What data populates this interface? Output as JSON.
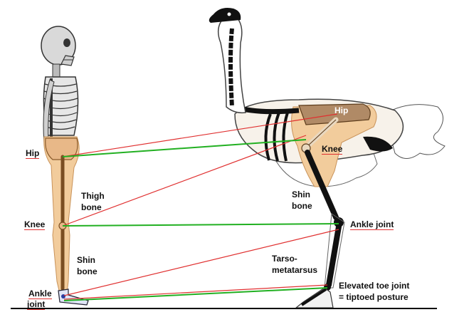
{
  "labels": {
    "human_hip": "Hip",
    "human_knee": "Knee",
    "human_ankle_line1": "Ankle",
    "human_ankle_line2": "joint",
    "human_thigh_line1": "Thigh",
    "human_thigh_line2": "bone",
    "human_shin_line1": "Shin",
    "human_shin_line2": "bone",
    "ostrich_hip": "Hip",
    "ostrich_knee": "Knee",
    "ostrich_shin_line1": "Shin",
    "ostrich_shin_line2": "bone",
    "ostrich_ankle": "Ankle joint",
    "ostrich_tarso_line1": "Tarso-",
    "ostrich_tarso_line2": "metatarsus",
    "ostrich_toe_line1": "Elevated toe joint",
    "ostrich_toe_line2": "= tiptoed posture"
  },
  "colors": {
    "correspondence_line_red": "#e03030",
    "correspondence_line_green": "#22b022",
    "leg_bone_highlight": "#f2cc9c",
    "ground": "#000000"
  }
}
